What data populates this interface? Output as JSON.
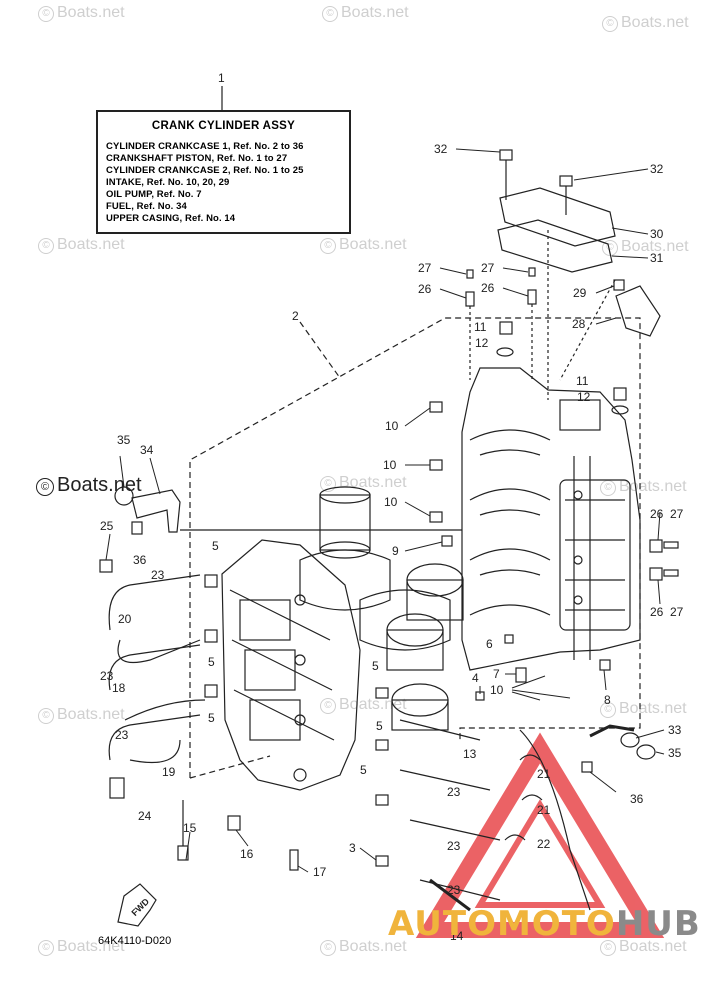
{
  "watermark": "Boats.net",
  "legend": {
    "callout": "1",
    "title": "CRANK CYLINDER ASSY",
    "lines": [
      "CYLINDER CRANKCASE 1,  Ref. No. 2 to 36",
      "CRANKSHAFT PISTON,  Ref. No. 1 to 27",
      "CYLINDER CRANKCASE 2,  Ref. No. 1 to 25",
      "INTAKE,  Ref. No. 10, 20, 29",
      "OIL PUMP,  Ref. No. 7",
      "FUEL,  Ref. No. 34",
      "UPPER CASING,  Ref. No. 14"
    ]
  },
  "diagram_code": "64K4110-D020",
  "fwd_label": "FWD",
  "brand": {
    "part1": "AUTOMOTO",
    "part2": "HUB"
  },
  "callouts": {
    "c2": "2",
    "c3": "3",
    "c4": "4",
    "c5a": "5",
    "c5b": "5",
    "c5c": "5",
    "c5d": "5",
    "c5e": "5",
    "c5f": "5",
    "c6": "6",
    "c7": "7",
    "c8": "8",
    "c9": "9",
    "c10a": "10",
    "c10b": "10",
    "c10c": "10",
    "c10d": "10",
    "c11a": "11",
    "c11b": "11",
    "c12a": "12",
    "c12b": "12",
    "c13": "13",
    "c14": "14",
    "c15": "15",
    "c16": "16",
    "c17": "17",
    "c18": "18",
    "c19": "19",
    "c20": "20",
    "c21a": "21",
    "c21b": "21",
    "c22": "22",
    "c23a": "23",
    "c23b": "23",
    "c23c": "23",
    "c23d": "23",
    "c23e": "23",
    "c23f": "23",
    "c24": "24",
    "c25": "25",
    "c26a": "26",
    "c26b": "26",
    "c26c": "26",
    "c26d": "26",
    "c27a": "27",
    "c27b": "27",
    "c27c": "27",
    "c27d": "27",
    "c28": "28",
    "c29": "29",
    "c30": "30",
    "c31": "31",
    "c32a": "32",
    "c32b": "32",
    "c33": "33",
    "c34": "34",
    "c35a": "35",
    "c35b": "35",
    "c36a": "36",
    "c36b": "36"
  },
  "colors": {
    "line": "#222222",
    "watermark": "#cfcfcf",
    "brand_orange": "#f0b43c",
    "brand_grey": "#8a8a8a",
    "logo_red": "#e8474b"
  }
}
